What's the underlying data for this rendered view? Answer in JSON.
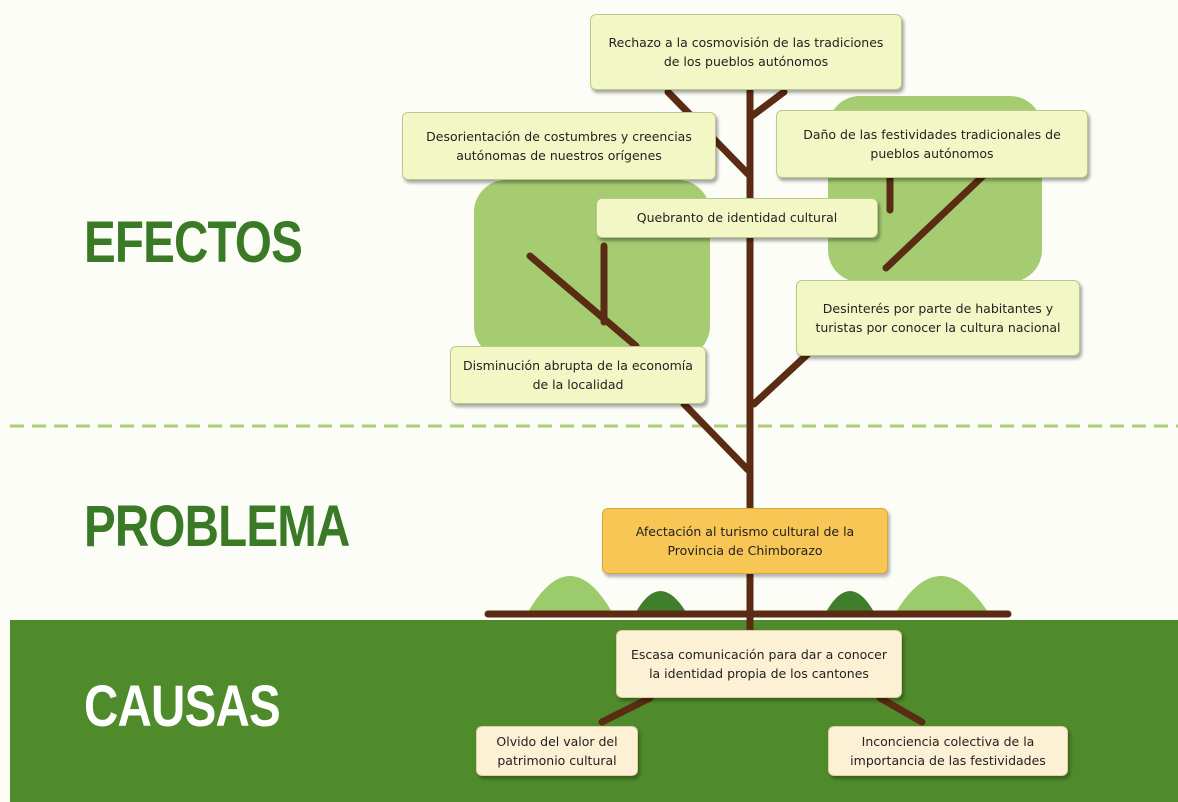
{
  "sections": {
    "efectos": "EFECTOS",
    "problema": "PROBLEMA",
    "causas": "CAUSAS"
  },
  "effects": [
    "Rechazo a la cosmovisión de las tradiciones de los pueblos autónomos",
    "Desorientación de costumbres y creencias autónomas de nuestros orígenes",
    "Daño de las festividades tradicionales de pueblos autónomos",
    "Quebranto de identidad cultural",
    "Desinterés por parte de habitantes y turistas por conocer la cultura nacional",
    "Disminución abrupta de la economía de la localidad"
  ],
  "problem": "Afectación al turismo cultural de la Provincia de Chimborazo",
  "causes": [
    "Escasa comunicación para dar a conocer la identidad propia de los cantones",
    "Olvido del valor del patrimonio cultural",
    "Inconciencia colectiva de la importancia de las festividades"
  ],
  "colors": {
    "ground": "#4f8a2b",
    "trunk": "#5a2c14",
    "canopy": "#a6cc72",
    "bush_dark": "#3f7f2c",
    "bush_light": "#9ccb6b",
    "divider": "#a9cf74",
    "title_green": "#3a7a26",
    "effect_fill": "#f3f7c6",
    "problem_fill": "#f7c655",
    "cause_fill": "#fcf1d4"
  }
}
